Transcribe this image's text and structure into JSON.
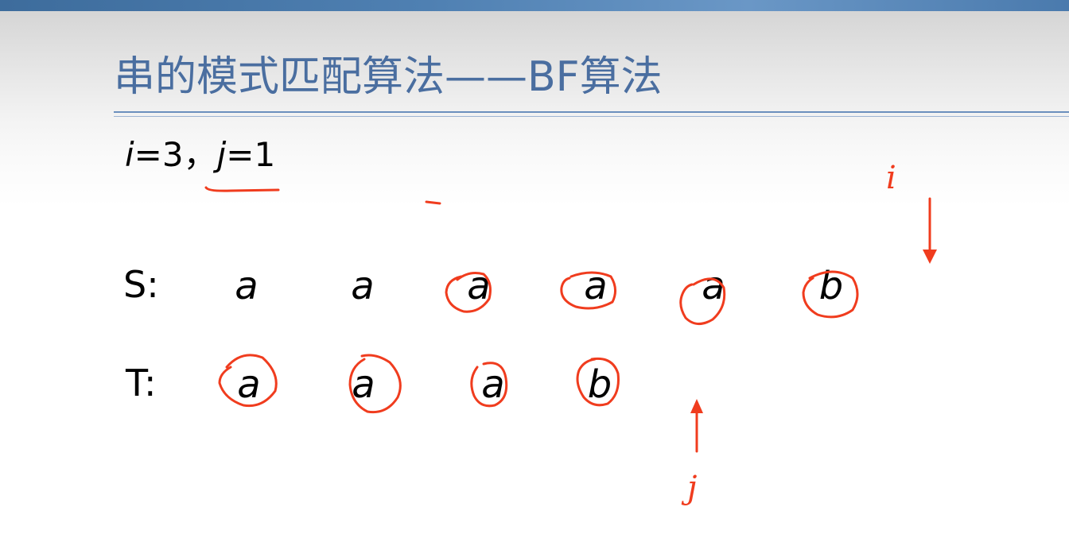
{
  "slide": {
    "title": "串的模式匹配算法——BF算法",
    "index_line": {
      "i_name": "i",
      "i_eq": "=3，",
      "j_name": "j",
      "j_eq": "=1"
    },
    "source": {
      "label": "S:",
      "chars": [
        "a",
        "a",
        "a",
        "a",
        "a",
        "b"
      ]
    },
    "pattern": {
      "label": "T:",
      "chars": [
        "a",
        "a",
        "a",
        "b"
      ]
    },
    "pointers": {
      "i_label": "i",
      "j_label": "j"
    },
    "colors": {
      "title": "#4a6ea0",
      "annotation": "#f03c1e",
      "top_bar": "#4f80b2"
    }
  }
}
